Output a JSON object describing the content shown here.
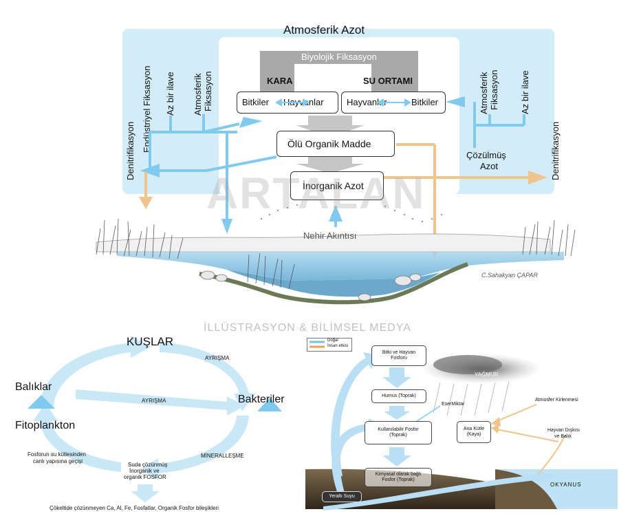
{
  "nitrogen": {
    "title": "Atmosferik Azot",
    "biological_fixation": "Biyolojik Fiksasyon",
    "land": "KARA",
    "water": "SU ORTAMI",
    "land_plants": "Bitkiler",
    "land_animals": "Hayvanlar",
    "water_animals": "Hayvanlar",
    "water_plants": "Bitkiler",
    "dead_matter": "Ölü Organik Madde",
    "inorganic_nitrogen": "İnorganik Azot",
    "dissolved_1": "Çözülmüş",
    "dissolved_2": "Azot",
    "denitrification_left": "Denitrifikasyon",
    "industrial_fixation": "Endüstriyel Fiksasyon",
    "small_addition_left": "Az bir ilave",
    "atmospheric_fixation_left_1": "Atmosferik",
    "atmospheric_fixation_left_2": "Fiksasyon",
    "atmospheric_fixation_right_1": "Atmosferik",
    "atmospheric_fixation_right_2": "Fiksasyon",
    "small_addition_right": "Az bir ilave",
    "denitrification_right": "Denitrifikasyon",
    "river_flow": "Nehir Akıntısı"
  },
  "watermark": {
    "brand": "ARTALAN",
    "subtitle": "İLLÜSTRASYON & BİLİMSEL MEDYA",
    "signature": "C.Sahakyan ÇAPAR"
  },
  "cycle": {
    "birds": "KUŞLAR",
    "decomposition_top": "AYRIŞMA",
    "fish": "Balıklar",
    "decomposition_mid": "AYRIŞMA",
    "bacteria": "Bakteriler",
    "phytoplankton": "Fitoplankton",
    "transition_1": "Fosforun su kütlesinden",
    "transition_2": "canlı yapısına geçişi",
    "mineralization": "MİNERALLEŞME",
    "dissolved_p_1": "Suda çözünmüş",
    "dissolved_p_2": "İnorganik ve",
    "dissolved_p_3": "organik FOSFOR",
    "sediment": "Çökeltide çözünmeyen Ca, Al, Fe, Fosfatlar, Organik Fosfor bileşikleri"
  },
  "phosphorus": {
    "legend_natural": "Doğal",
    "legend_human": "İnsan etkisi",
    "plant_animal_p_1": "Bitki ve Hayvan",
    "plant_animal_p_2": "Fosforu",
    "humus": "Humus (Toprak)",
    "available_p_1": "Kullanılabilir Fosfor",
    "available_p_2": "(Toprak)",
    "chemically_bound_1": "Kimyasal olarak bağlı",
    "chemically_bound_2": "Fosfor (Toprak)",
    "groundwater": "Yeraltı Suyu",
    "rain": "YAĞMUR",
    "small_amount": "EserMiktar",
    "atmospheric_deposition": "Atmosfer Kirlenmesi",
    "parent_material_1": "Ana Kütle",
    "parent_material_2": "(Kaya)",
    "animal_waste_1": "Hayvan Dışkısı",
    "animal_waste_2": "ve Balık",
    "ocean": "OKYANUS"
  },
  "colors": {
    "panel_blue": "#d2ecf8",
    "arrow_blue": "#7fcbef",
    "arrow_orange": "#f0c58a",
    "gray_arrow": "#b8b8b8",
    "water_blue": "#8dc6e6"
  }
}
